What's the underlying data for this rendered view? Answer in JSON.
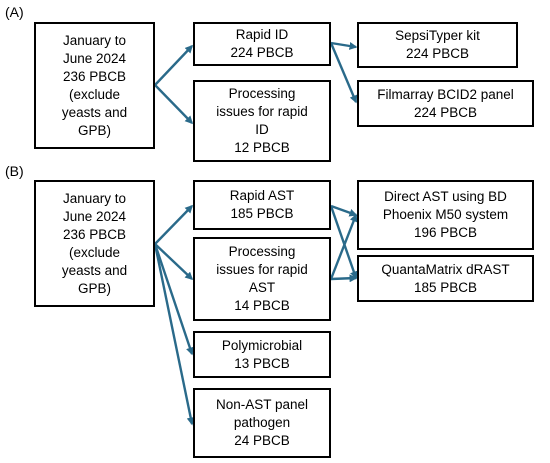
{
  "panel_a": {
    "label": "(A)",
    "source": [
      "January to",
      "June 2024",
      "236 PBCB",
      "(exclude",
      "yeasts and",
      "GPB)"
    ],
    "rapid_id": [
      "Rapid ID",
      "224 PBCB"
    ],
    "processing_issues": [
      "Processing",
      "issues for rapid",
      "ID",
      "12 PBCB"
    ],
    "sepsityper": [
      "SepsiTyper kit",
      "224 PBCB"
    ],
    "filmarray": [
      "Filmarray BCID2 panel",
      "224 PBCB"
    ]
  },
  "panel_b": {
    "label": "(B)",
    "source": [
      "January to",
      "June 2024",
      "236 PBCB",
      "(exclude",
      "yeasts and",
      "GPB)"
    ],
    "rapid_ast": [
      "Rapid AST",
      "185 PBCB"
    ],
    "processing_issues": [
      "Processing",
      "issues for rapid",
      "AST",
      "14 PBCB"
    ],
    "polymicrobial": [
      "Polymicrobial",
      "13 PBCB"
    ],
    "non_ast": [
      "Non-AST panel",
      "pathogen",
      "24 PBCB"
    ],
    "direct_ast": [
      "Direct AST using BD",
      "Phoenix M50 system",
      "196 PBCB"
    ],
    "quantamatrix": [
      "QuantaMatrix dRAST",
      "185 PBCB"
    ]
  },
  "colors": {
    "arrow": "#2a6a8a",
    "border": "#000000"
  }
}
